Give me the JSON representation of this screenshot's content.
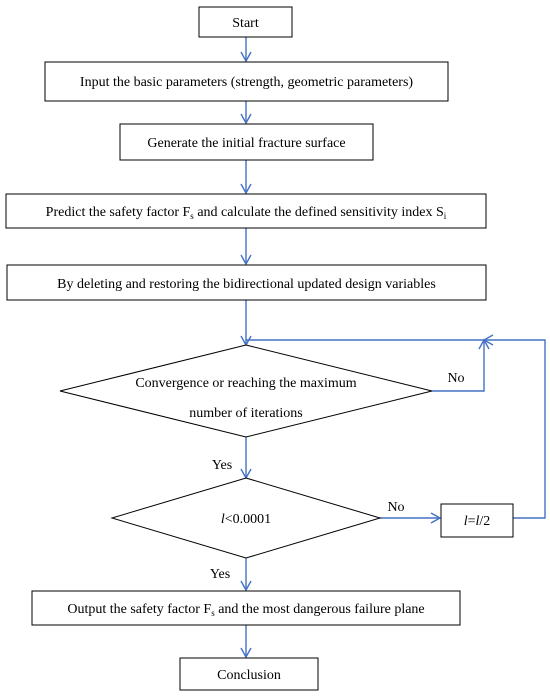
{
  "diagram": {
    "nodes": {
      "start": "Start",
      "input": "Input the basic parameters (strength, geometric parameters)",
      "generate": "Generate the initial fracture surface",
      "predict_prefix": "Predict the safety factor F",
      "predict_sub1": "s",
      "predict_mid": " and calculate the defined sensitivity index S",
      "predict_sub2": "i",
      "delete": "By deleting and restoring the bidirectional updated design variables",
      "convergence_line1": "Convergence or reaching the maximum",
      "convergence_line2": "number of iterations",
      "threshold_var": "l",
      "threshold_rest": "<0.0001",
      "halve_var1": "l",
      "halve_eq": "=",
      "halve_var2": "l",
      "halve_rest": "/2",
      "output_prefix": "Output the safety factor F",
      "output_sub": "s",
      "output_rest": " and the most dangerous failure plane",
      "conclusion": "Conclusion"
    },
    "edge_labels": {
      "conv_no": "No",
      "conv_yes": "Yes",
      "thresh_no": "No",
      "thresh_yes": "Yes"
    }
  },
  "colors": {
    "arrow": "#4472c4",
    "box_border": "#000000",
    "text": "#000000"
  }
}
